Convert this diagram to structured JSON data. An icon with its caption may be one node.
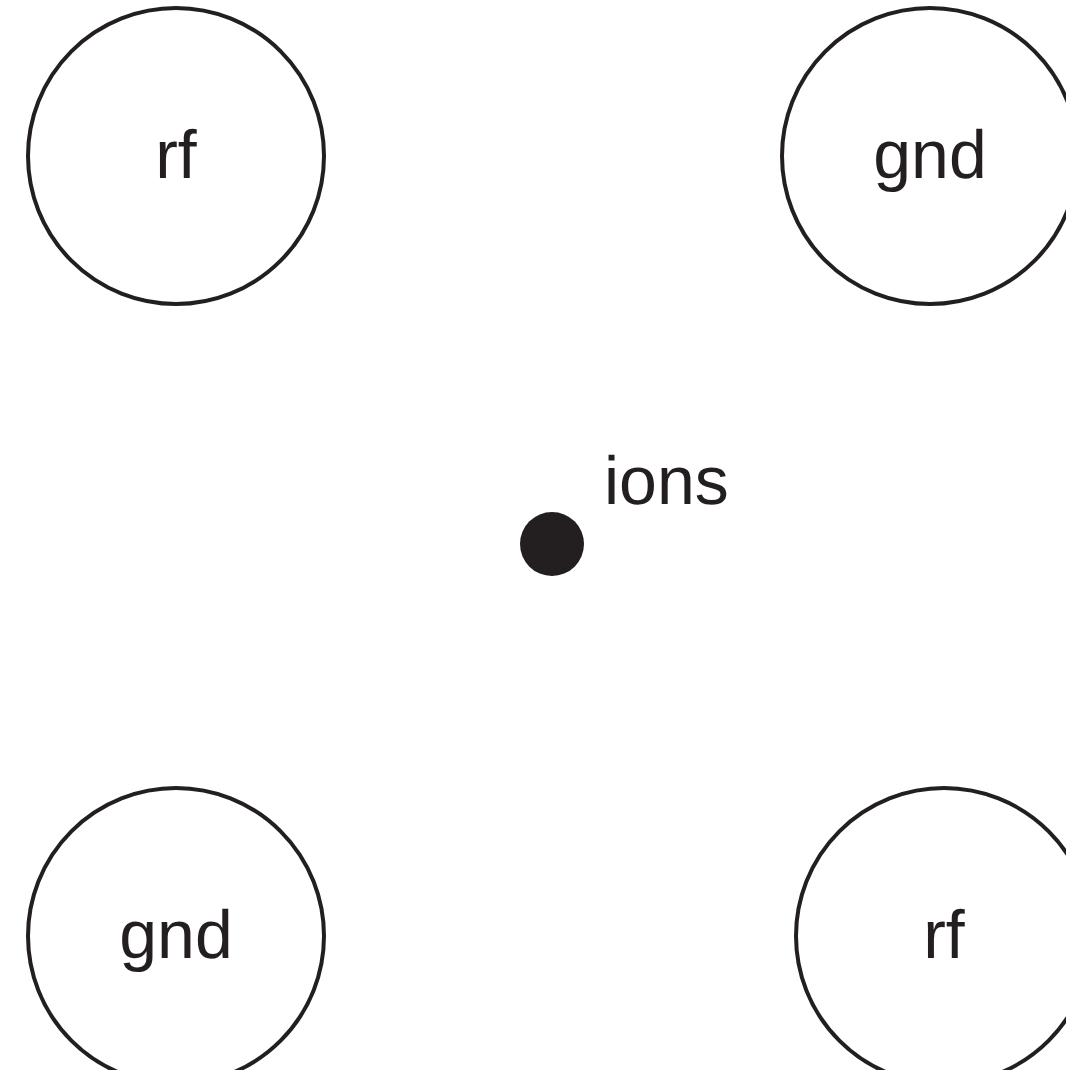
{
  "diagram": {
    "nodes": [
      {
        "text": [
          "rf"
        ]
      },
      {
        "text": [
          "gnd"
        ]
      },
      {
        "text": [
          "ions"
        ]
      },
      {
        "text": [
          "gnd"
        ]
      },
      {
        "text": [
          "rf"
        ]
      }
    ]
  }
}
